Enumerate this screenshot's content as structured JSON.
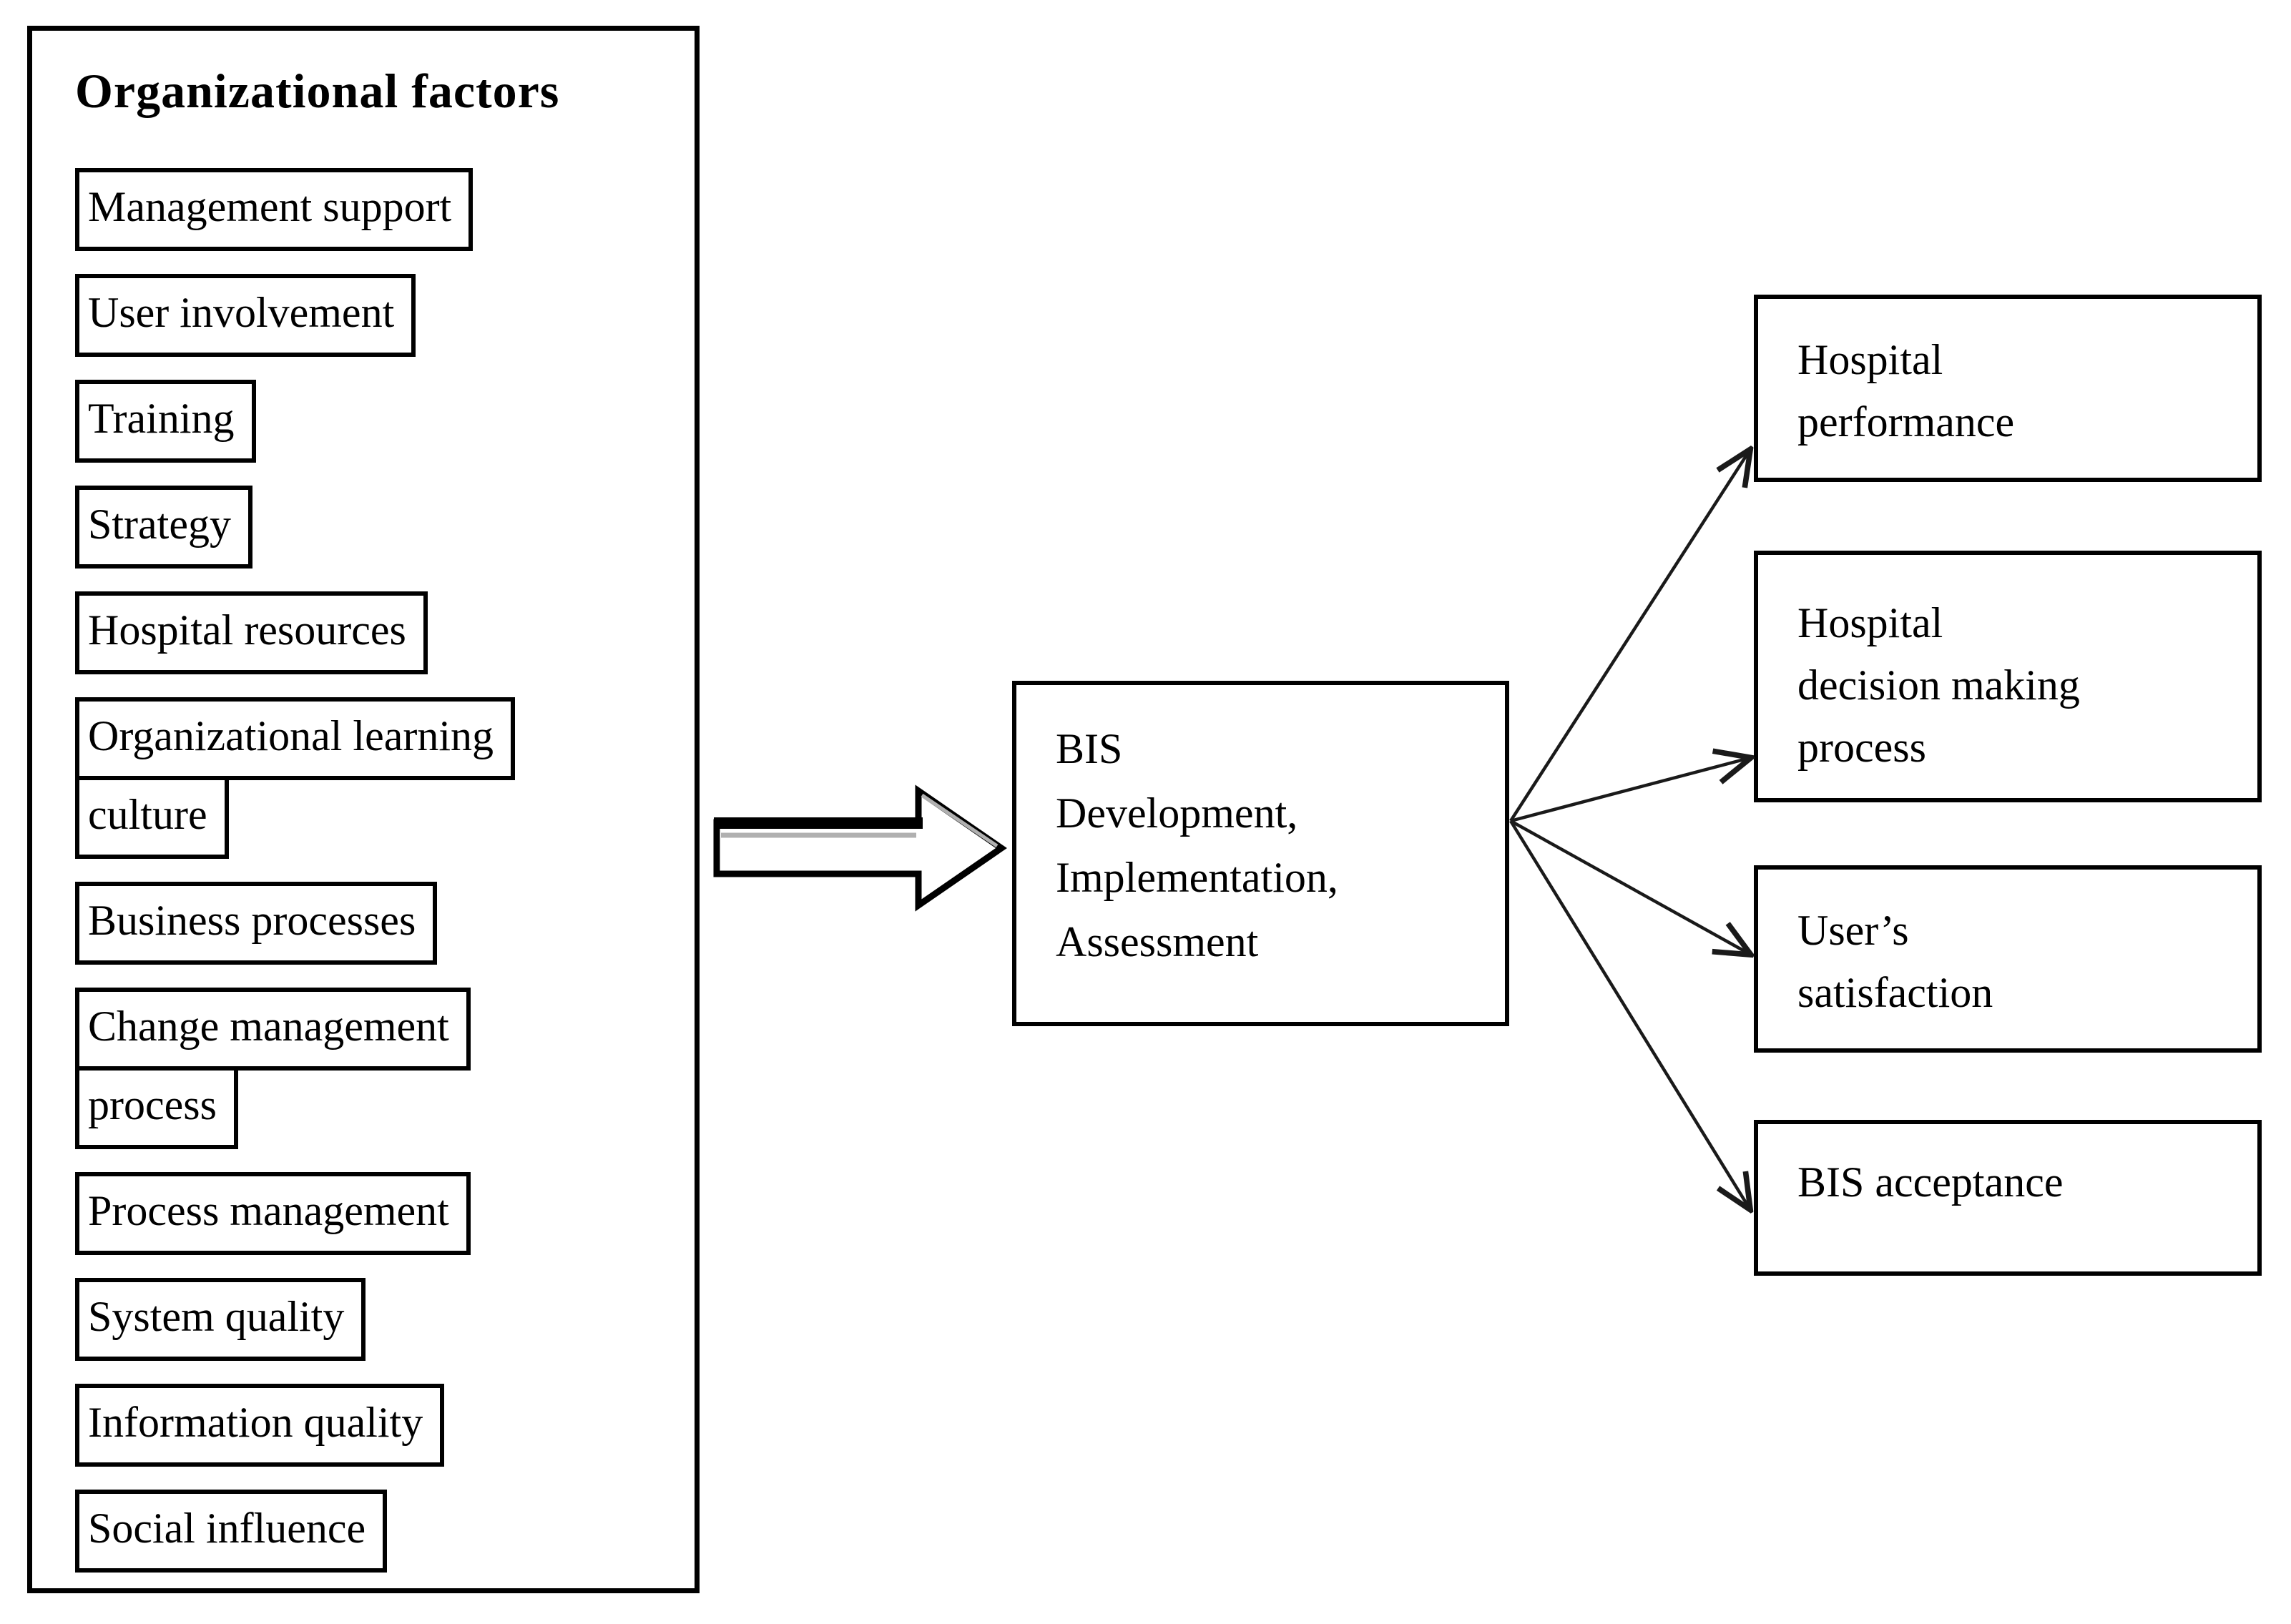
{
  "left_panel": {
    "title": "Organizational factors",
    "items": [
      {
        "lines": [
          "Management support"
        ]
      },
      {
        "lines": [
          "User involvement"
        ]
      },
      {
        "lines": [
          "Training"
        ]
      },
      {
        "lines": [
          "Strategy"
        ]
      },
      {
        "lines": [
          "Hospital resources"
        ]
      },
      {
        "lines": [
          "Organizational learning",
          "culture"
        ]
      },
      {
        "lines": [
          "Business processes"
        ]
      },
      {
        "lines": [
          "Change management",
          "process"
        ]
      },
      {
        "lines": [
          "Process management"
        ]
      },
      {
        "lines": [
          "System quality"
        ]
      },
      {
        "lines": [
          "Information quality"
        ]
      },
      {
        "lines": [
          "Social influence"
        ]
      }
    ]
  },
  "center": {
    "lines": [
      "BIS",
      "Development,",
      "Implementation,",
      "Assessment"
    ]
  },
  "outcomes": [
    {
      "lines": [
        "Hospital",
        "performance"
      ]
    },
    {
      "lines": [
        "Hospital",
        "decision making",
        "process"
      ]
    },
    {
      "lines": [
        "User’s",
        "satisfaction"
      ]
    },
    {
      "lines": [
        "BIS acceptance"
      ]
    }
  ],
  "icons": {
    "block_arrow": "right-block-arrow",
    "connectors": "thin-right-arrows"
  },
  "colors": {
    "border": "#000000",
    "text": "#000000",
    "background": "#ffffff",
    "connector": "#1a1a1a",
    "block_arrow_shadow": "#b0b0b0"
  }
}
